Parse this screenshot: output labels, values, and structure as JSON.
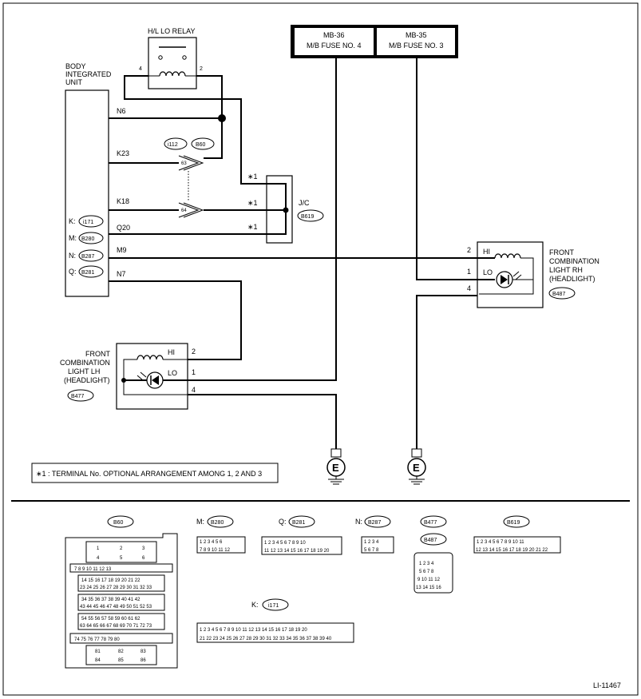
{
  "relay": {
    "title": "H/L LO RELAY",
    "pin_left": "4",
    "pin_right": "2"
  },
  "body_unit": {
    "line1": "BODY",
    "line2": "INTEGRATED",
    "line3": "UNIT"
  },
  "unit_pins": {
    "n6": "N6",
    "k23": "K23",
    "k18": "K18",
    "q20": "Q20",
    "m9": "M9",
    "n7": "N7"
  },
  "unit_connectors": [
    {
      "prefix": "K:",
      "id": "i171"
    },
    {
      "prefix": "M:",
      "id": "B280"
    },
    {
      "prefix": "N:",
      "id": "B287"
    },
    {
      "prefix": "Q:",
      "id": "B281"
    }
  ],
  "fuses": [
    {
      "code": "MB-36",
      "name": "M/B FUSE NO. 4"
    },
    {
      "code": "MB-35",
      "name": "M/B FUSE NO. 3"
    }
  ],
  "jc": {
    "label": "J/C",
    "connector": "B619",
    "star": "∗1"
  },
  "joint_conn": {
    "a": "i112",
    "b": "B60",
    "pin63": "63",
    "pin64": "64"
  },
  "headlight_rh": {
    "line1": "FRONT",
    "line2": "COMBINATION",
    "line3": "LIGHT RH",
    "line4": "(HEADLIGHT)",
    "connector": "B487",
    "hi": "HI",
    "lo": "LO",
    "p2": "2",
    "p1": "1",
    "p4": "4"
  },
  "headlight_lh": {
    "line1": "FRONT",
    "line2": "COMBINATION",
    "line3": "LIGHT LH",
    "line4": "(HEADLIGHT)",
    "connector": "B477",
    "hi": "HI",
    "lo": "LO",
    "p2": "2",
    "p1": "1",
    "p4": "4"
  },
  "ground": {
    "symbol": "E"
  },
  "note": "∗1  : TERMINAL No. OPTIONAL ARRANGEMENT AMONG 1, 2 AND 3",
  "connectors": {
    "b60": {
      "id": "B60"
    },
    "b280": {
      "prefix": "M:",
      "id": "B280",
      "rows": [
        [
          "1",
          "2",
          "3",
          "4",
          "5",
          "6"
        ],
        [
          "7",
          "8",
          "9",
          "10",
          "11",
          "12"
        ]
      ]
    },
    "b281": {
      "prefix": "Q:",
      "id": "B281",
      "rows": [
        [
          "1",
          "2",
          "3",
          "4",
          "5",
          "6",
          "7",
          "8",
          "9",
          "10"
        ],
        [
          "11",
          "12",
          "13",
          "14",
          "15",
          "16",
          "17",
          "18",
          "19",
          "20"
        ]
      ]
    },
    "b287": {
      "prefix": "N:",
      "id": "B287",
      "rows": [
        [
          "1",
          "2",
          "3",
          "4"
        ],
        [
          "5",
          "6",
          "7",
          "8"
        ]
      ]
    },
    "b477": {
      "id": "B477",
      "id2": "B487"
    },
    "b619": {
      "id": "B619",
      "rows": [
        [
          "1",
          "2",
          "3",
          "4",
          "5",
          "6",
          "7",
          "8",
          "9",
          "10",
          "11"
        ],
        [
          "12",
          "13",
          "14",
          "15",
          "16",
          "17",
          "18",
          "19",
          "20",
          "21",
          "22"
        ]
      ]
    },
    "i171": {
      "prefix": "K:",
      "id": "i171"
    }
  },
  "doc_id": "LI-11467"
}
